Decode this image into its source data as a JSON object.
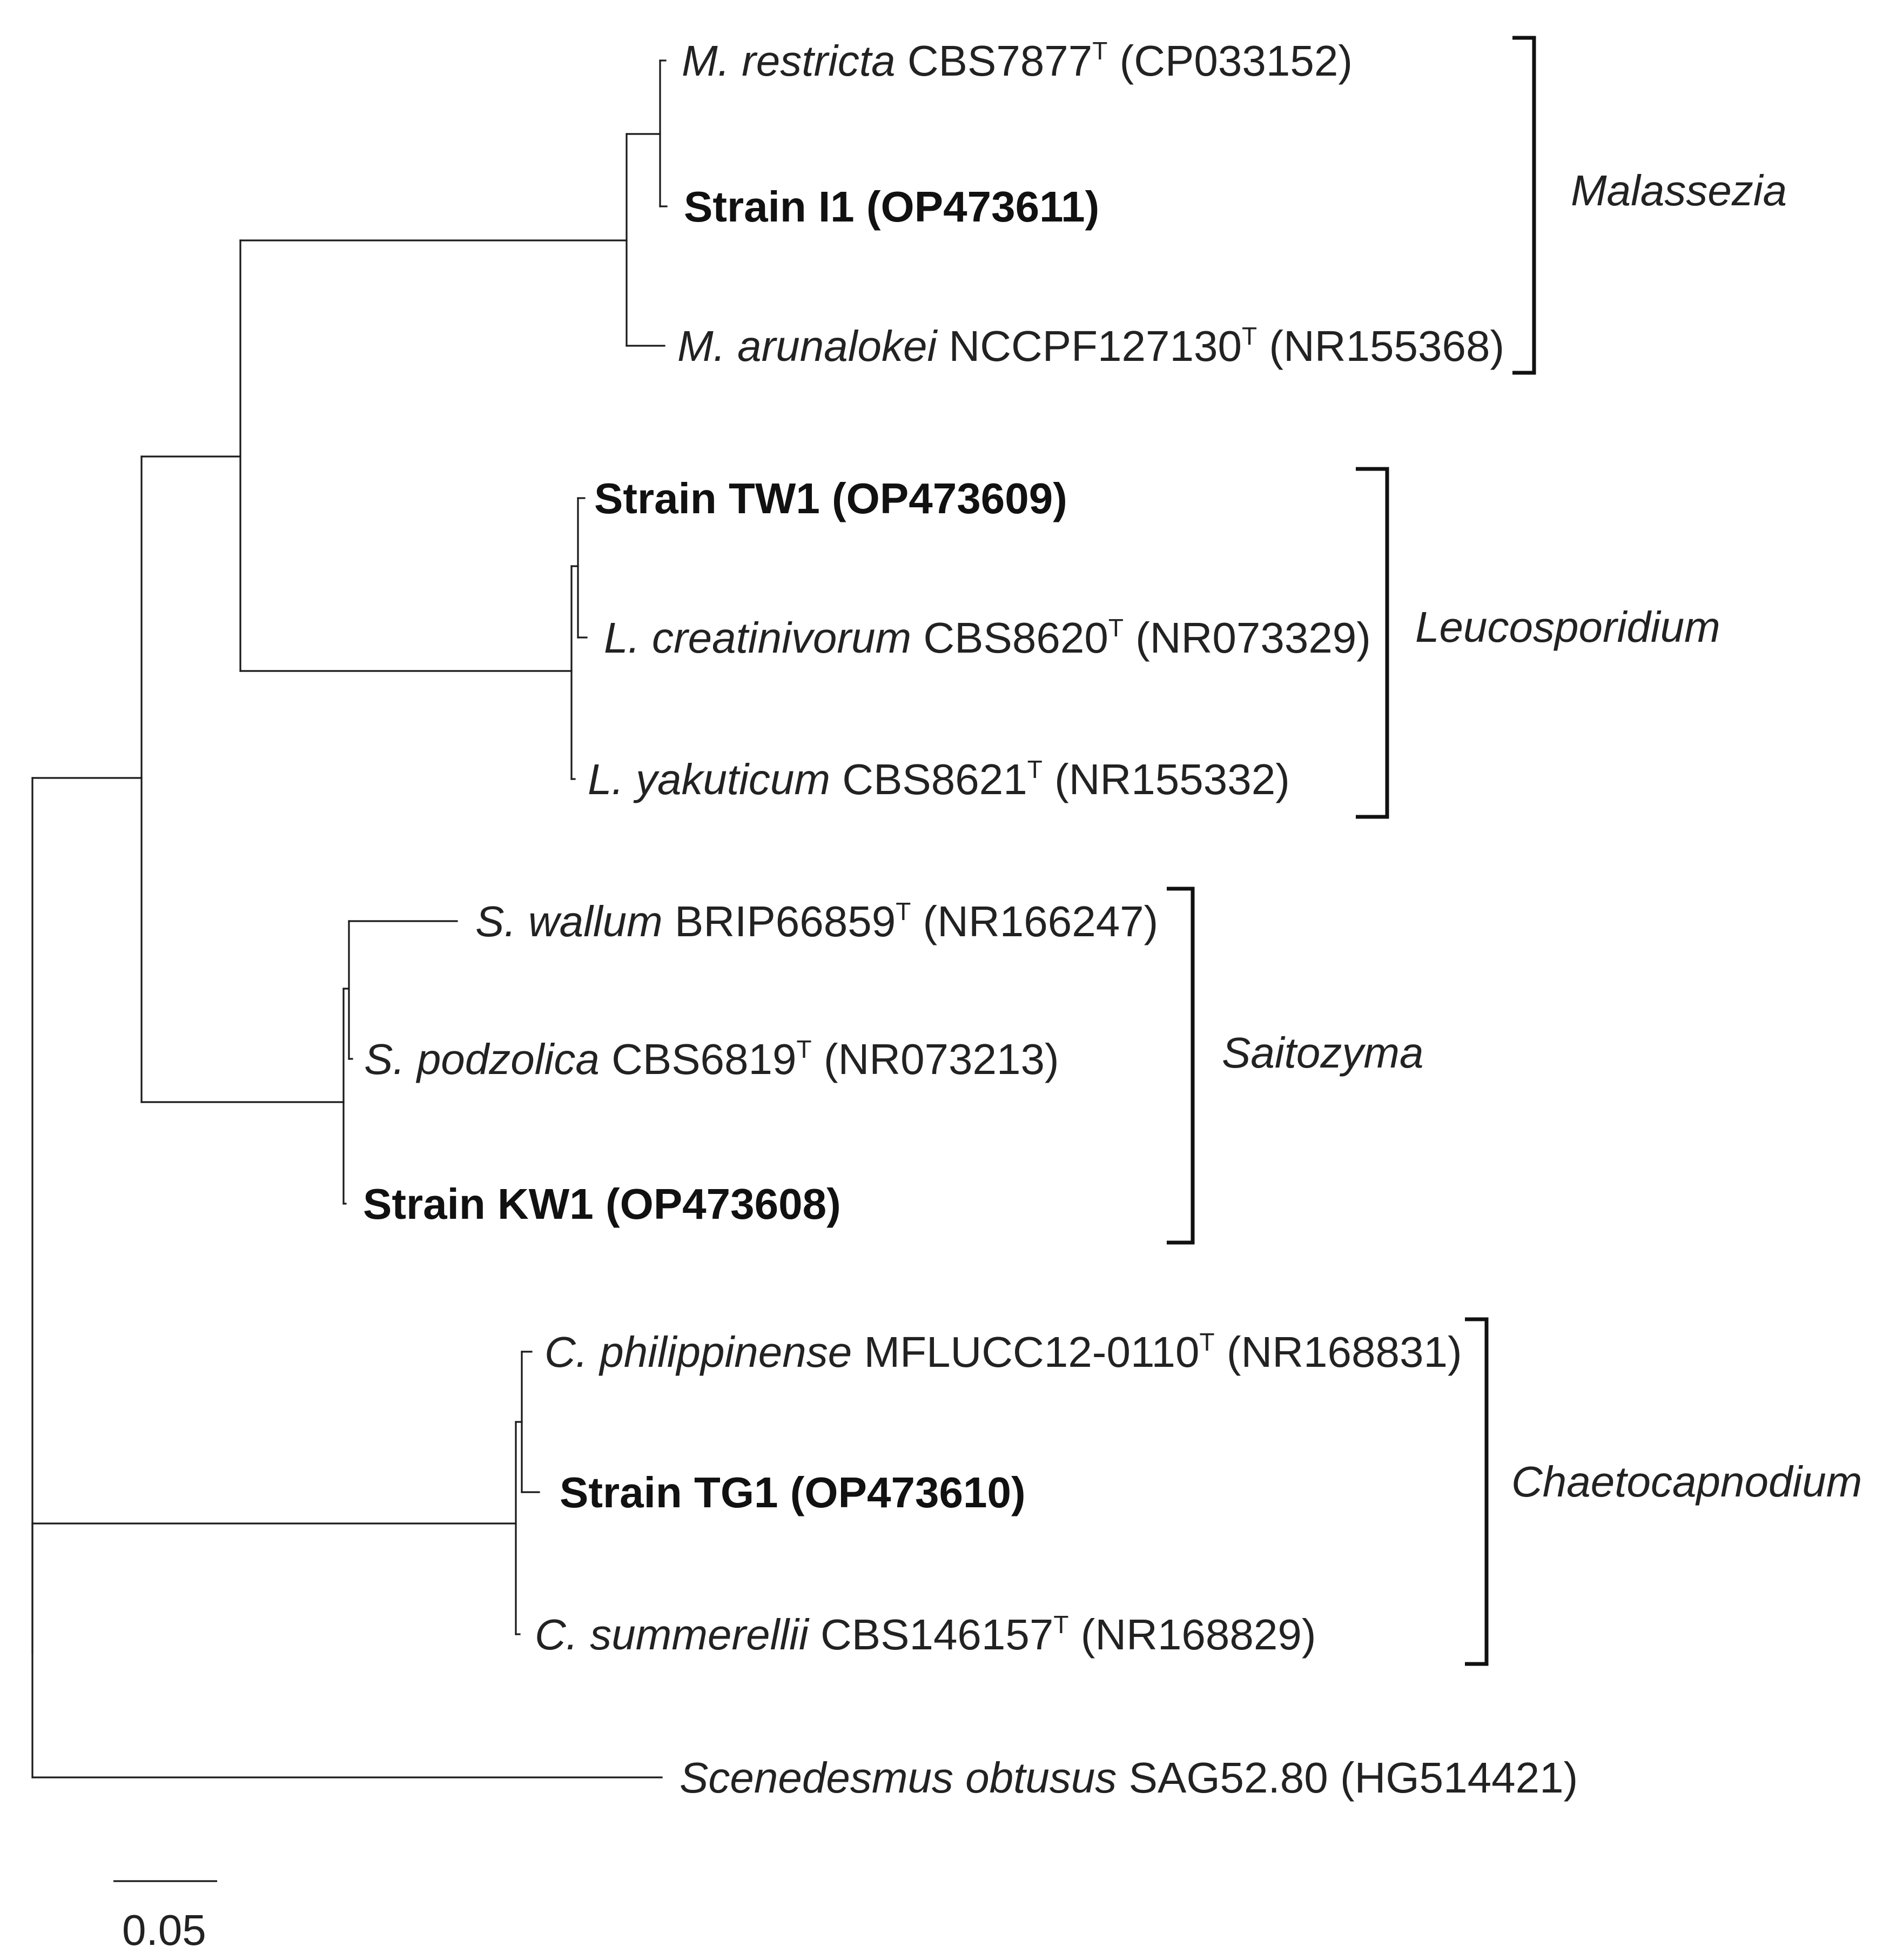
{
  "leaves": {
    "m_restricta": {
      "species": "M. restricta",
      "strain": "CBS7877",
      "type": "T",
      "accession": "(CP033152)"
    },
    "strain_i1": {
      "label": "Strain I1 (OP473611)"
    },
    "m_arunalokei": {
      "species": "M. arunalokei",
      "strain": "NCCPF127130",
      "type": "T",
      "accession": "(NR155368)"
    },
    "strain_tw1": {
      "label": "Strain TW1 (OP473609)"
    },
    "l_creatinivorum": {
      "species": "L. creatinivorum",
      "strain": "CBS8620",
      "type": "T",
      "accession": "(NR073329)"
    },
    "l_yakuticum": {
      "species": "L. yakuticum",
      "strain": "CBS8621",
      "type": "T",
      "accession": "(NR155332)"
    },
    "s_wallum": {
      "species": "S. wallum",
      "strain": "BRIP66859",
      "type": "T",
      "accession": "(NR166247)"
    },
    "s_podzolica": {
      "species": "S. podzolica",
      "strain": "CBS6819",
      "type": "T",
      "accession": "(NR073213)"
    },
    "strain_kw1": {
      "label": "Strain KW1 (OP473608)"
    },
    "c_philippinense": {
      "species": "C. philippinense",
      "strain": "MFLUCC12-0110",
      "type": "T",
      "accession": "(NR168831)"
    },
    "strain_tg1": {
      "label": "Strain TG1 (OP473610)"
    },
    "c_summerellii": {
      "species": "C. summerellii",
      "strain": "CBS146157",
      "type": "T",
      "accession": "(NR168829)"
    },
    "scenedesmus": {
      "species": "Scenedesmus obtusus",
      "strain": "SAG52.80",
      "accession": "(HG514421)"
    }
  },
  "genera": {
    "malassezia": "Malassezia",
    "leucosporidium": "Leucosporidium",
    "saitozyma": "Saitozyma",
    "chaetocapnodium": "Chaetocapnodium"
  },
  "scale": {
    "label": "0.05",
    "value": 0.05
  }
}
